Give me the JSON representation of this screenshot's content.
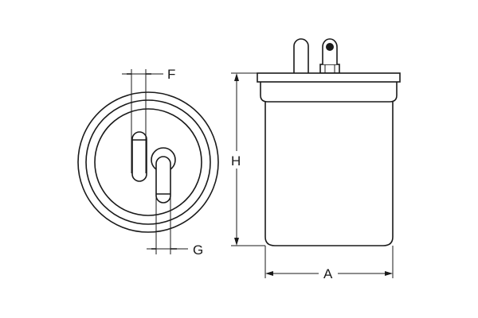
{
  "diagram": {
    "type": "technical drawing",
    "subject": "fuel filter",
    "views": {
      "top_view": {
        "labels": {
          "F": "F",
          "G": "G"
        }
      },
      "side_view": {
        "labels": {
          "H": "H",
          "A": "A"
        }
      }
    },
    "colors": {
      "line": "#1a1a1a",
      "background": "#ffffff"
    }
  }
}
